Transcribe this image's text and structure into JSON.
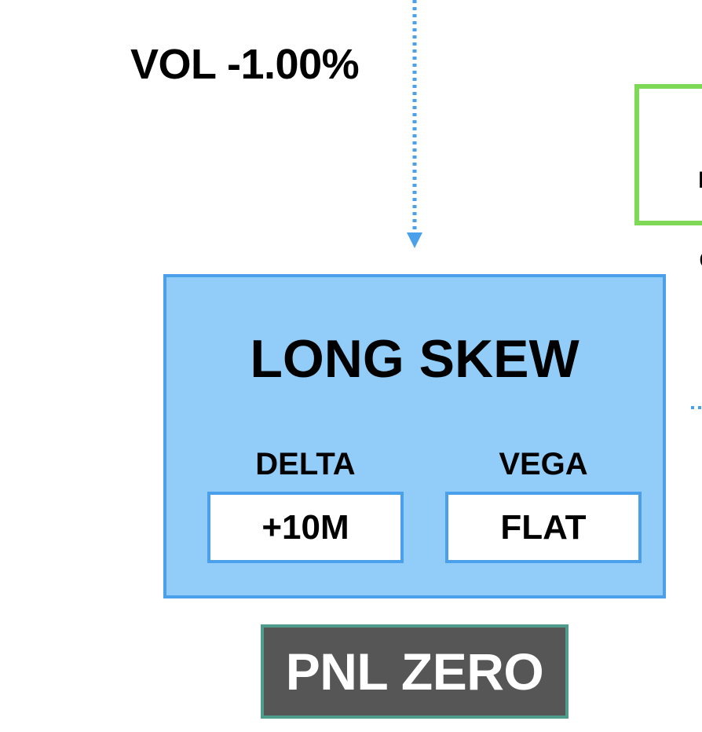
{
  "vol_label": "VOL -1.00%",
  "partial_box": {
    "line1": "RE",
    "line2": "CO"
  },
  "main_box": {
    "title": "LONG SKEW",
    "delta": {
      "label": "DELTA",
      "value": "+10M"
    },
    "vega": {
      "label": "VEGA",
      "value": "FLAT"
    }
  },
  "pnl": "PNL ZERO",
  "colors": {
    "main_fill": "#92cdf9",
    "main_border": "#4aa0ea",
    "arrow": "#4aa0ea",
    "green_border": "#7ed957",
    "pnl_fill": "#565656",
    "pnl_border": "#4e9c8b",
    "pnl_text": "#ffffff"
  }
}
